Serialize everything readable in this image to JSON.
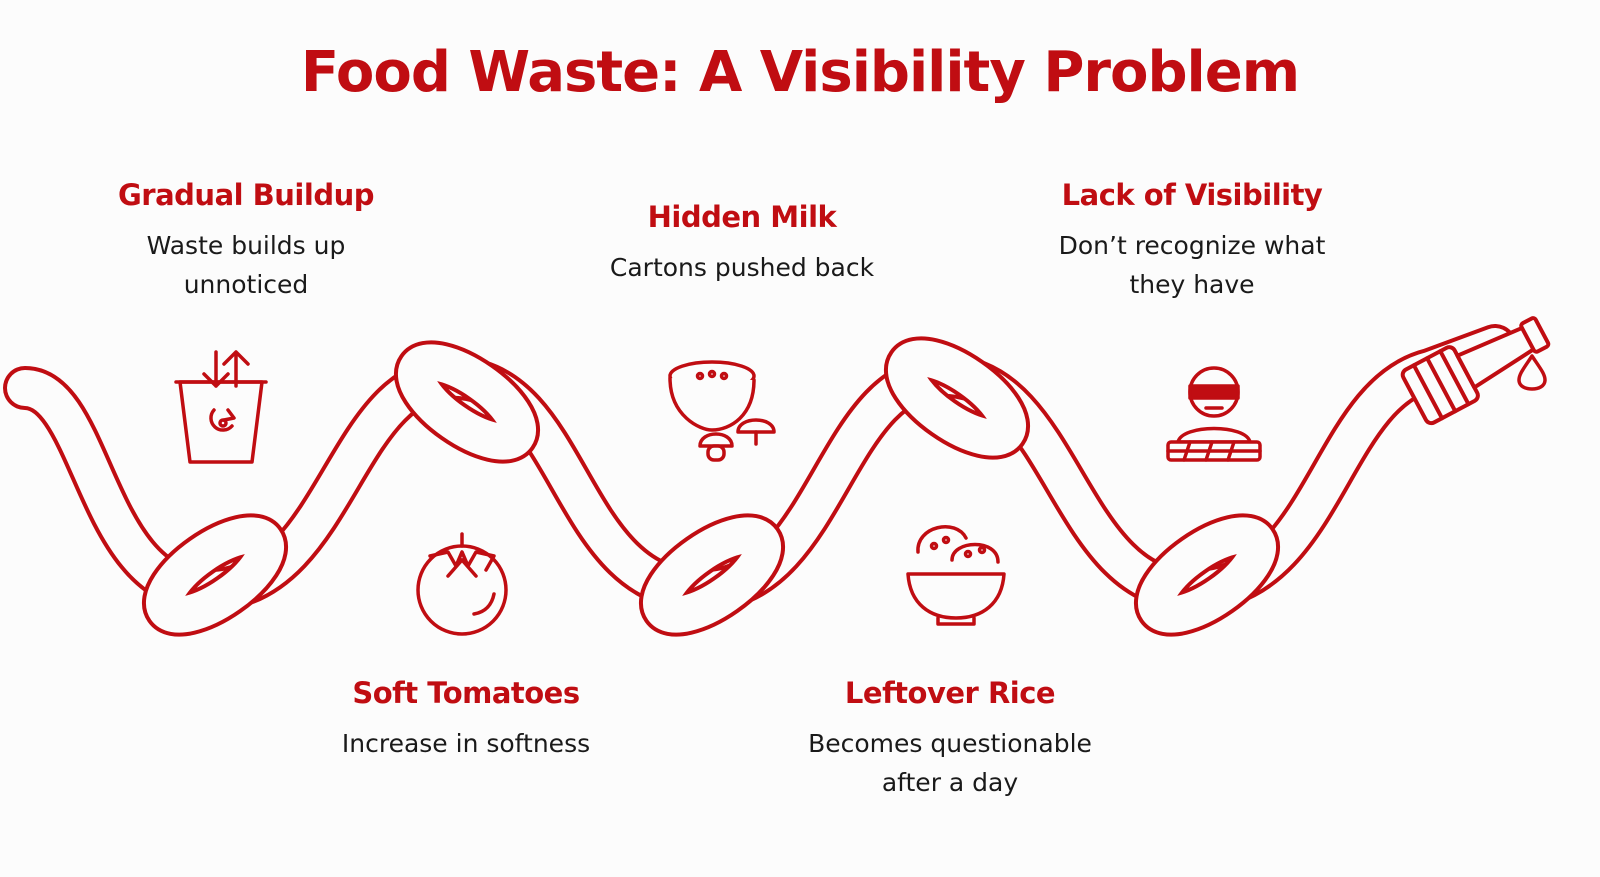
{
  "title": "Food Waste: A Visibility Problem",
  "colors": {
    "accent": "#c00d12",
    "text": "#1a1a1a",
    "background": "#fcfcfc"
  },
  "stages": [
    {
      "title": "Gradual Buildup",
      "description": "Waste builds up unnoticed",
      "icon": "trash-bin-icon"
    },
    {
      "title": "Soft Tomatoes",
      "description": "Increase in softness",
      "icon": "tomato-icon"
    },
    {
      "title": "Hidden Milk",
      "description": "Cartons pushed back",
      "icon": "bowl-mushroom-icon"
    },
    {
      "title": "Leftover Rice",
      "description": "Becomes questionable after a day",
      "icon": "rice-bowl-icon"
    },
    {
      "title": "Lack of Visibility",
      "description": "Don’t recognize what they have",
      "icon": "blindfolded-person-icon"
    }
  ]
}
